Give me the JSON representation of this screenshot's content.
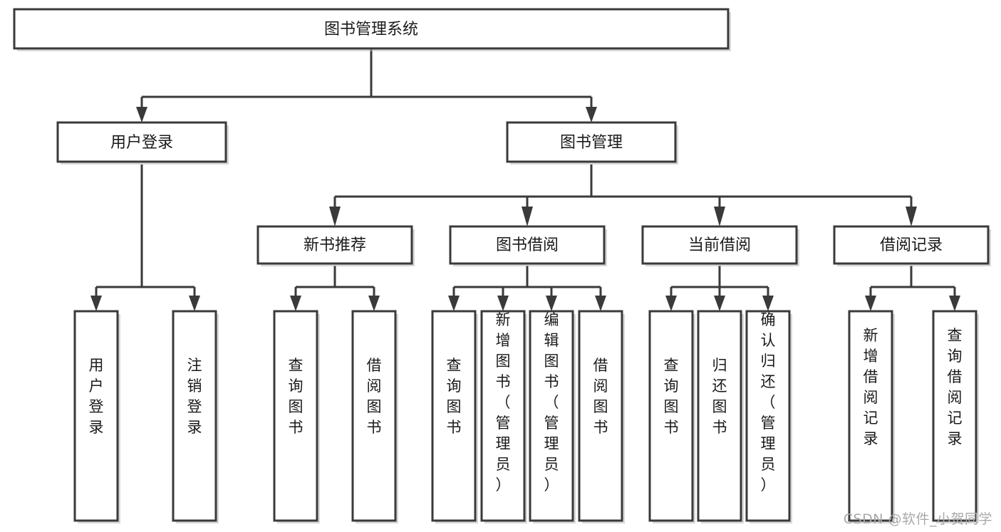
{
  "diagram": {
    "title": "图书管理系统",
    "watermark": "CSDN @软件_小贺同学",
    "colors": {
      "stroke": "#3a3a3a",
      "fill": "#ffffff",
      "text": "#1a1a1a",
      "shadow": "#b8b8b8",
      "watermark": "#a9a9a9"
    },
    "root": {
      "label": "图书管理系统"
    },
    "level1": [
      {
        "label": "用户登录"
      },
      {
        "label": "图书管理"
      }
    ],
    "level2": [
      {
        "label": "新书推荐"
      },
      {
        "label": "图书借阅"
      },
      {
        "label": "当前借阅"
      },
      {
        "label": "借阅记录"
      }
    ],
    "leaves": {
      "user_login": [
        {
          "label": "用户登录"
        },
        {
          "label": "注销登录"
        }
      ],
      "new_book": [
        {
          "label": "查询图书"
        },
        {
          "label": "借阅图书"
        }
      ],
      "book_borrow": [
        {
          "label": "查询图书"
        },
        {
          "label": "新增图书（管理员）"
        },
        {
          "label": "编辑图书（管理员）"
        },
        {
          "label": "借阅图书"
        }
      ],
      "current_borrow": [
        {
          "label": "查询图书"
        },
        {
          "label": "归还图书"
        },
        {
          "label": "确认归还（管理员）"
        }
      ],
      "borrow_record": [
        {
          "label": "新增借阅记录"
        },
        {
          "label": "查询借阅记录"
        }
      ]
    }
  }
}
